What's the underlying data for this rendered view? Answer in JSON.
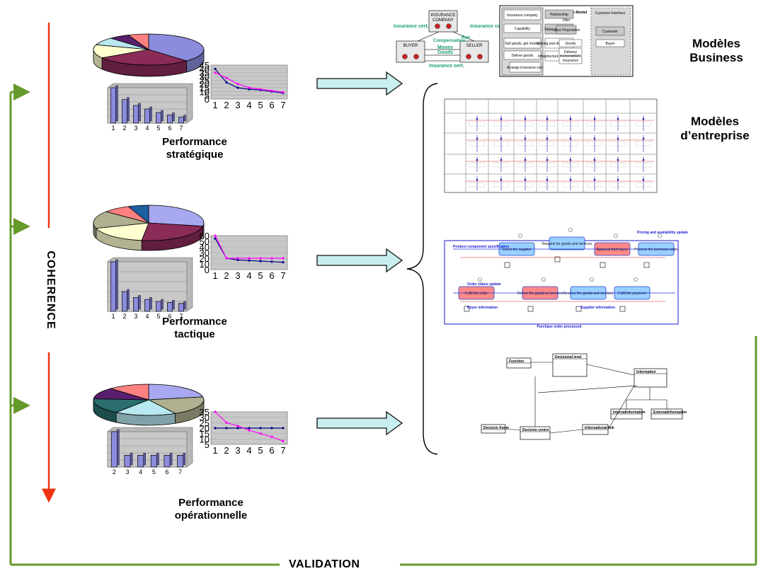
{
  "left_axis": {
    "label": "COHERENCE",
    "color": "#ee3311"
  },
  "bottom_loop": {
    "label": "VALIDATION",
    "color": "#66992c"
  },
  "performance_levels": [
    {
      "id": "strategic",
      "line1": "Performance",
      "line2": "stratégique"
    },
    {
      "id": "tactical",
      "line1": "Performance",
      "line2": "tactique"
    },
    {
      "id": "operational",
      "line1": "Performance",
      "line2": "opérationnelle"
    }
  ],
  "models": [
    {
      "id": "business",
      "line1": "Modèles",
      "line2": "Business"
    },
    {
      "id": "enterprise",
      "line1": "Modèles",
      "line2": "d’entreprise"
    }
  ],
  "chart_data": [
    {
      "type": "pie",
      "values": [
        38,
        28,
        14,
        8,
        6,
        6
      ],
      "colors": [
        "#8c8cdc",
        "#8a2b58",
        "#ffffd0",
        "#b8e8f0",
        "#5a1e6e",
        "#ff8080"
      ]
    },
    {
      "type": "bar",
      "categories": [
        "1",
        "2",
        "3",
        "4",
        "5",
        "6",
        "7"
      ],
      "values": [
        30,
        20,
        15,
        12,
        9,
        7,
        5
      ],
      "ylim": [
        0,
        30
      ]
    },
    {
      "type": "line",
      "x": [
        1,
        2,
        3,
        4,
        5,
        6,
        7
      ],
      "yticks": [
        0,
        5,
        10,
        15,
        20,
        25,
        30,
        35,
        40,
        45
      ],
      "series": [
        {
          "values": [
            40,
            22,
            15,
            13,
            12,
            10,
            8
          ],
          "color": "#000080"
        },
        {
          "values": [
            35,
            28,
            20,
            15,
            13,
            11,
            9
          ],
          "color": "#ff00ff"
        }
      ],
      "ylim": [
        0,
        45
      ]
    },
    {
      "type": "pie",
      "values": [
        28,
        24,
        18,
        16,
        8,
        6
      ],
      "colors": [
        "#a8a8f0",
        "#8a2b58",
        "#ffffd0",
        "#b0b090",
        "#ff8080",
        "#1e5fa0"
      ]
    },
    {
      "type": "bar",
      "categories": [
        "1",
        "2",
        "3",
        "4",
        "5",
        "6",
        "7"
      ],
      "values": [
        50,
        20,
        14,
        12,
        10,
        9,
        8
      ],
      "ylim": [
        0,
        50
      ]
    },
    {
      "type": "line",
      "x": [
        1,
        2,
        3,
        4,
        5,
        6,
        7
      ],
      "yticks": [
        0,
        10,
        20,
        30,
        40,
        50,
        60
      ],
      "series": [
        {
          "values": [
            55,
            20,
            17,
            16,
            15,
            14,
            13
          ],
          "color": "#000080"
        },
        {
          "values": [
            60,
            20,
            20,
            20,
            20,
            20,
            20
          ],
          "color": "#ff00ff"
        }
      ],
      "ylim": [
        0,
        60
      ]
    },
    {
      "type": "pie",
      "values": [
        22,
        20,
        18,
        16,
        12,
        12
      ],
      "colors": [
        "#a8a8f0",
        "#b0b090",
        "#b8e8f0",
        "#2a6e6e",
        "#5a1e6e",
        "#ff8080"
      ]
    },
    {
      "type": "bar",
      "categories": [
        "2",
        "3",
        "4",
        "5",
        "6",
        "7"
      ],
      "values": [
        16,
        14,
        14,
        14,
        14,
        14
      ],
      "ylim": [
        13,
        16
      ]
    },
    {
      "type": "line",
      "x": [
        1,
        2,
        3,
        4,
        5,
        6,
        7
      ],
      "yticks": [
        5,
        10,
        15,
        20,
        25,
        30,
        35
      ],
      "series": [
        {
          "values": [
            20,
            20,
            20,
            20,
            20,
            20,
            20
          ],
          "color": "#000080"
        },
        {
          "values": [
            35,
            25,
            22,
            18,
            15,
            12,
            8
          ],
          "color": "#ff00ff"
        }
      ],
      "ylim": [
        5,
        35
      ]
    }
  ],
  "business_model": {
    "insurance_company": "INSURANCE\nCOMPANY",
    "buyer": "BUYER",
    "seller": "SELLER",
    "flows": [
      "Insurance cert.",
      "Insurance cert.",
      "Compensation",
      "Money",
      "Goods",
      "Fee",
      "Insurance cert."
    ],
    "canvas_title": "Seller Business Model",
    "canvas_cells": [
      "Insurance company",
      "Partnership",
      "Capability",
      "Value configuration",
      "Sell goods, get money",
      "Making and delivering goods",
      "Deliver goods",
      "Infrastructure management",
      "Arrange insurance cert.",
      "Offer",
      "Value Proposition",
      "Goods",
      "Delivery",
      "Insurance",
      "Customer Interface",
      "Customer",
      "Buyer"
    ]
  },
  "process_model": {
    "process_names": [
      "Product component specification",
      "Select the supplier",
      "Request for goods and services",
      "Approval from buyer",
      "Process the purchase order",
      "Fulfil the order",
      "Deliver the goods or services",
      "Receive the goods and services",
      "Fulfil the payment",
      "Order status update",
      "Pricing and availability update",
      "Purchase order processed",
      "Buyer information",
      "Supplier information"
    ]
  },
  "class_model": {
    "classes": [
      "Function",
      "Decisional level",
      "Information",
      "Decision frame",
      "Decision centre",
      "Informational link",
      "InternalInformation",
      "ExternalInformation"
    ]
  }
}
